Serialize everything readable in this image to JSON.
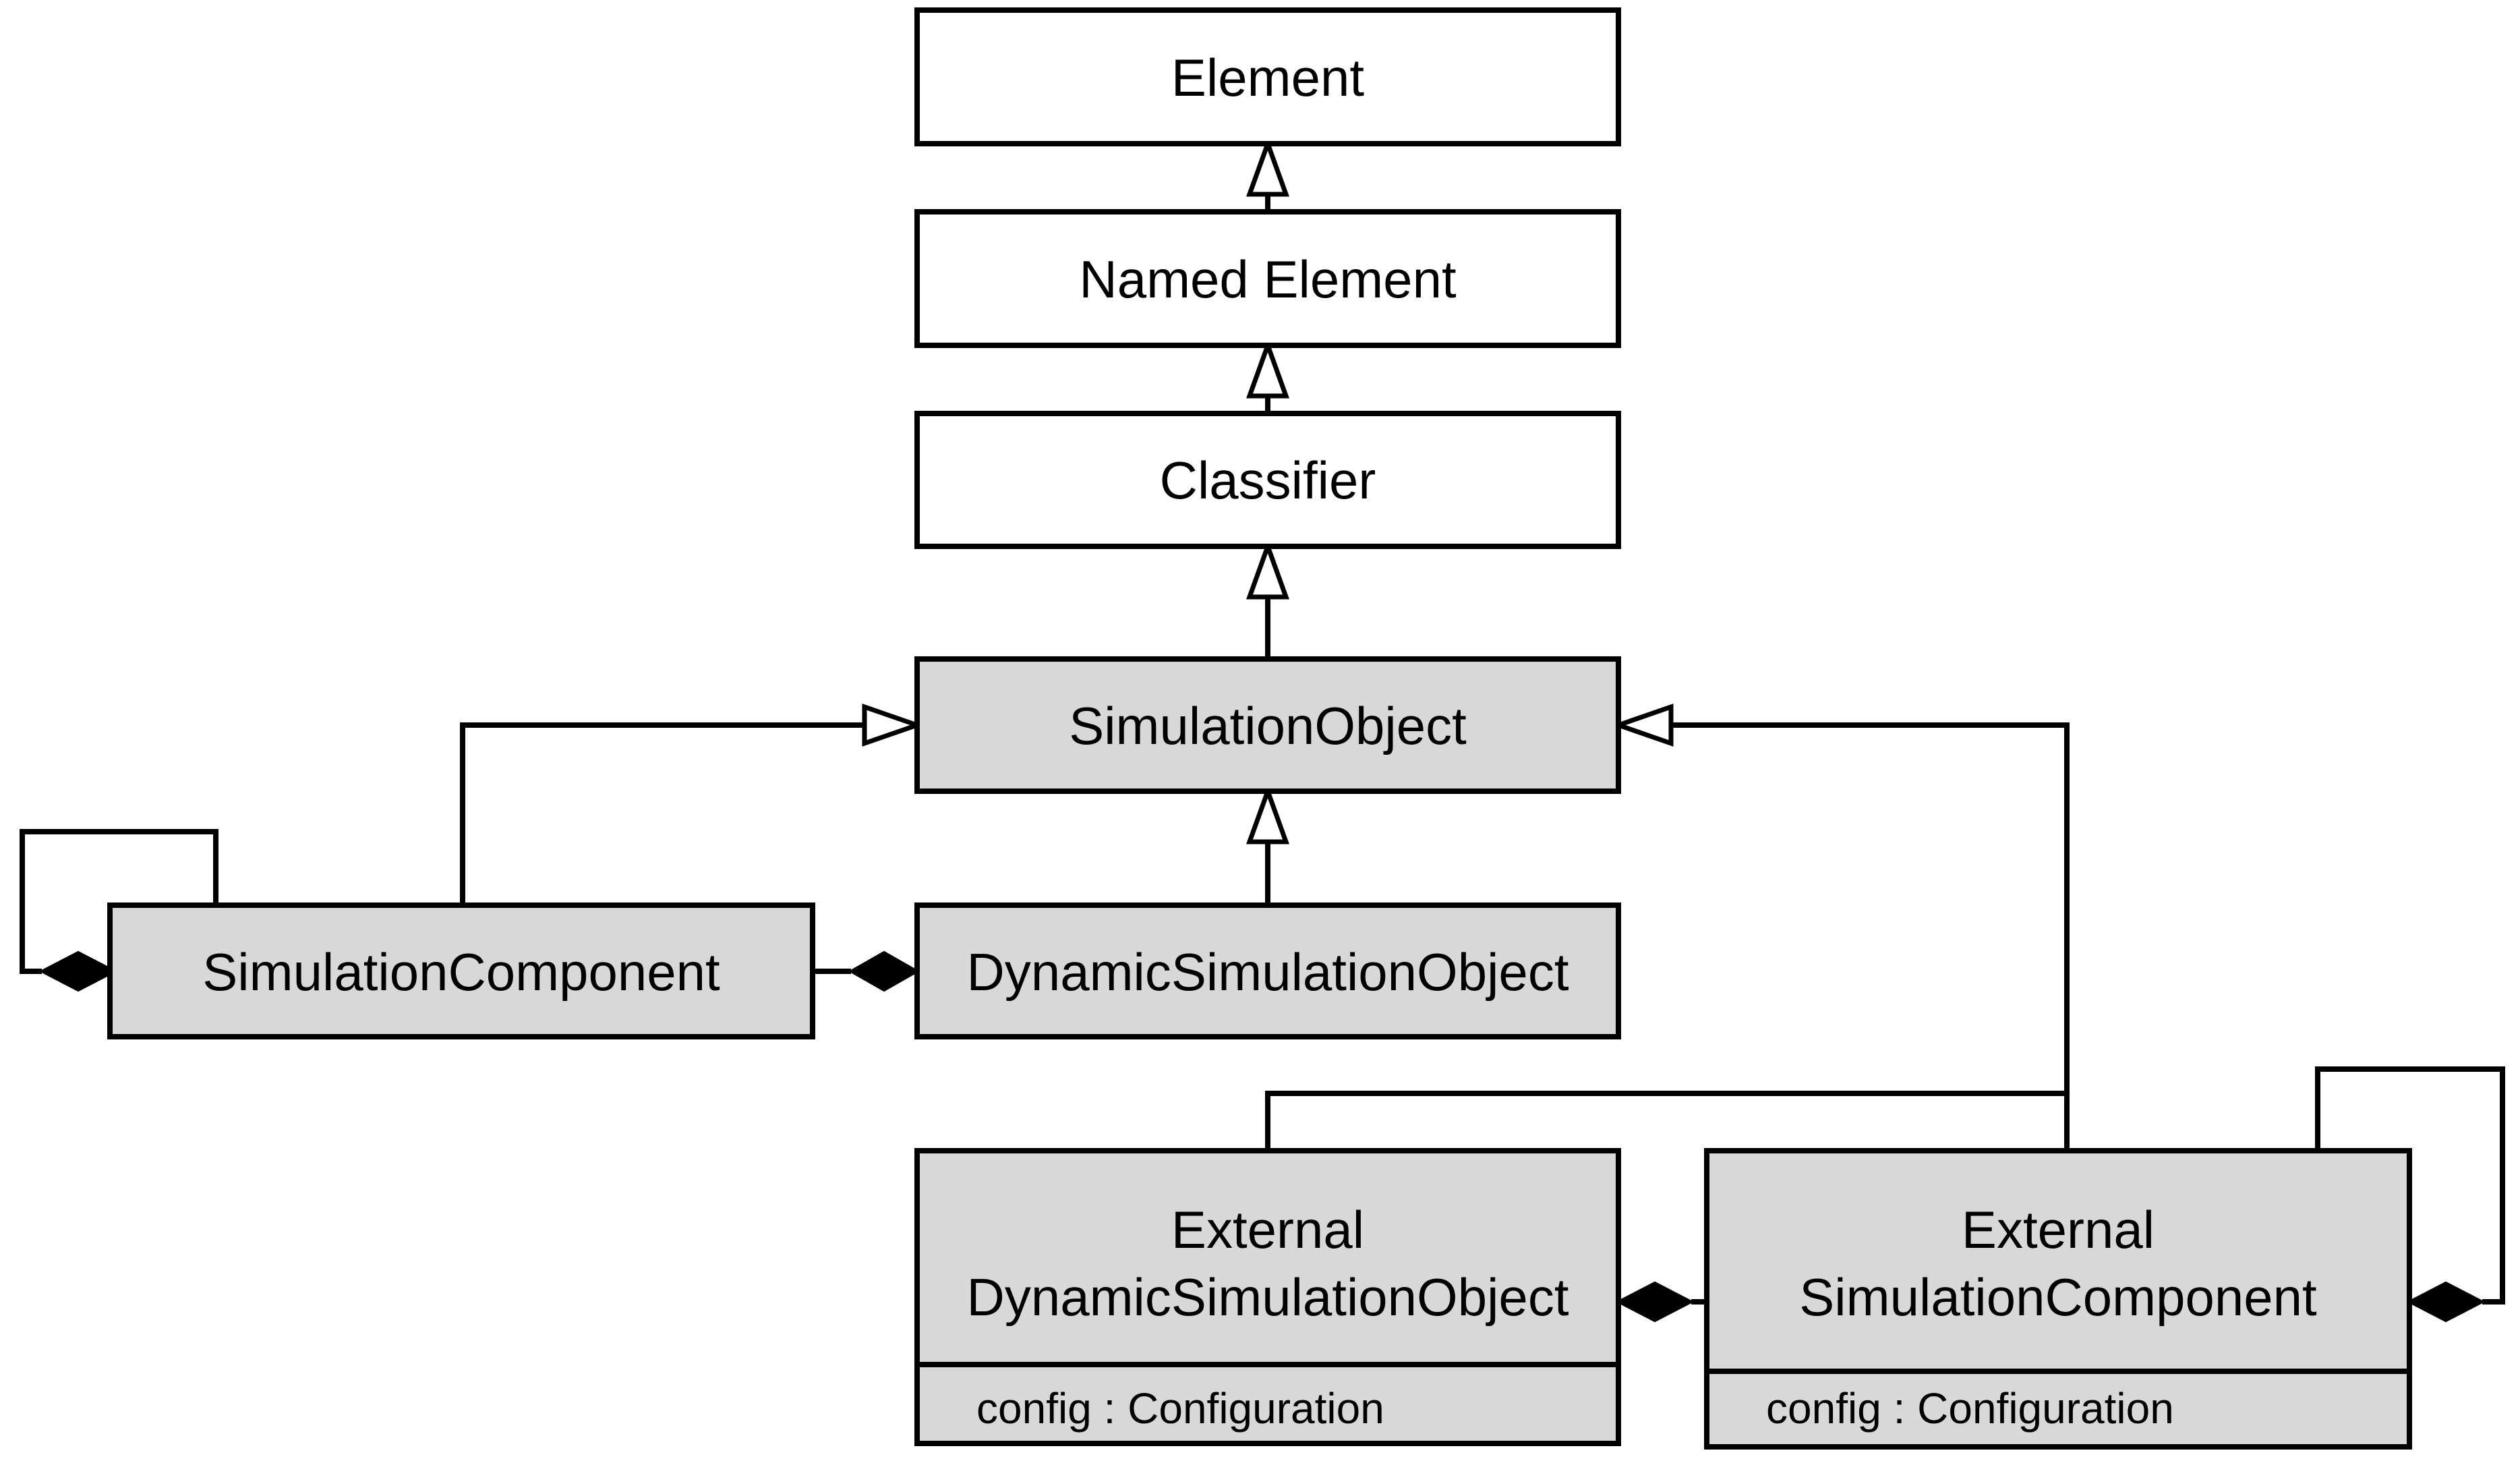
{
  "diagram_type": "uml-class-diagram",
  "colors": {
    "background": "#ffffff",
    "stroke": "#000000",
    "class_fill_white": "#ffffff",
    "class_fill_gray": "#d8d8d8",
    "triangle_fill": "#ffffff",
    "diamond_fill": "#000000"
  },
  "classes": {
    "element": {
      "name": "Element",
      "fill": "#ffffff"
    },
    "named_element": {
      "name": "Named Element",
      "fill": "#ffffff"
    },
    "classifier": {
      "name": "Classifier",
      "fill": "#ffffff"
    },
    "simulation_object": {
      "name": "SimulationObject",
      "fill": "#d8d8d8"
    },
    "simulation_component": {
      "name": "SimulationComponent",
      "fill": "#d8d8d8"
    },
    "dynamic_simulation_object": {
      "name": "DynamicSimulationObject",
      "fill": "#d8d8d8"
    },
    "external_dynamic_simulation_object": {
      "name_line1": "External",
      "name_line2": "DynamicSimulationObject",
      "attribute": "config : Configuration",
      "fill": "#d8d8d8"
    },
    "external_simulation_component": {
      "name_line1": "External",
      "name_line2": "SimulationComponent",
      "attribute": "config : Configuration",
      "fill": "#d8d8d8"
    }
  },
  "relations": [
    {
      "type": "generalization",
      "from": "Named Element",
      "to": "Element"
    },
    {
      "type": "generalization",
      "from": "Classifier",
      "to": "Named Element"
    },
    {
      "type": "generalization",
      "from": "SimulationObject",
      "to": "Classifier"
    },
    {
      "type": "generalization",
      "from": "SimulationComponent",
      "to": "SimulationObject"
    },
    {
      "type": "generalization",
      "from": "DynamicSimulationObject",
      "to": "SimulationObject"
    },
    {
      "type": "generalization",
      "from": "External DynamicSimulationObject",
      "to": "SimulationObject"
    },
    {
      "type": "generalization",
      "from": "External SimulationComponent",
      "to": "SimulationObject"
    },
    {
      "type": "composition",
      "diamond_at": "SimulationComponent",
      "other_end": "SimulationComponent"
    },
    {
      "type": "composition",
      "diamond_at": "DynamicSimulationObject",
      "other_end": "SimulationComponent"
    },
    {
      "type": "composition",
      "diamond_at": "External DynamicSimulationObject",
      "other_end": "External SimulationComponent"
    },
    {
      "type": "composition",
      "diamond_at": "External SimulationComponent",
      "other_end": "External SimulationComponent"
    }
  ]
}
